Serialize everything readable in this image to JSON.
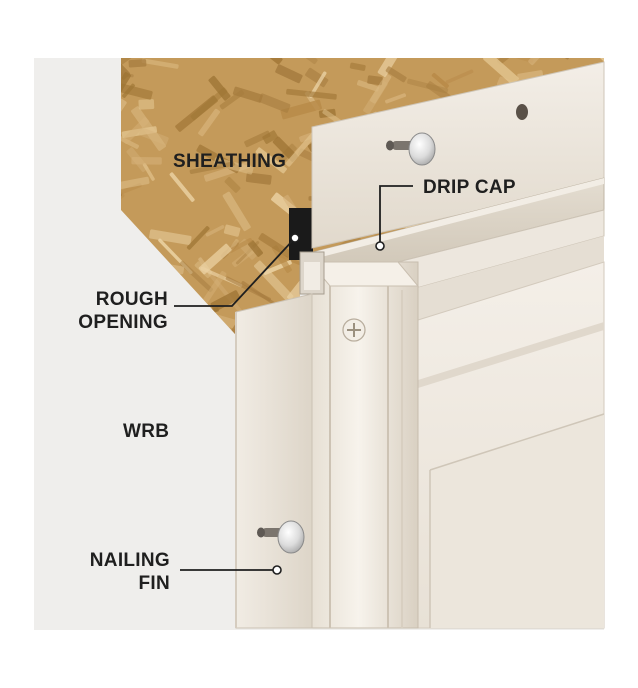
{
  "diagram": {
    "labels": {
      "sheathing": "SHEATHING",
      "drip_cap": "DRIP CAP",
      "rough_opening_line1": "ROUGH",
      "rough_opening_line2": "OPENING",
      "wrb": "WRB",
      "nailing_fin_line1": "NAILING",
      "nailing_fin_line2": "FIN"
    },
    "colors": {
      "background": "#ffffff",
      "wrb_wall": "#efeeec",
      "osb_base": "#c49a5a",
      "osb_dark": "#9e7434",
      "osb_light": "#e2c48e",
      "vinyl_frame": "#ece6dc",
      "vinyl_shadow": "#cfc6b8",
      "leader_line": "#1f1f1f",
      "label_text": "#1f1f1f"
    }
  }
}
